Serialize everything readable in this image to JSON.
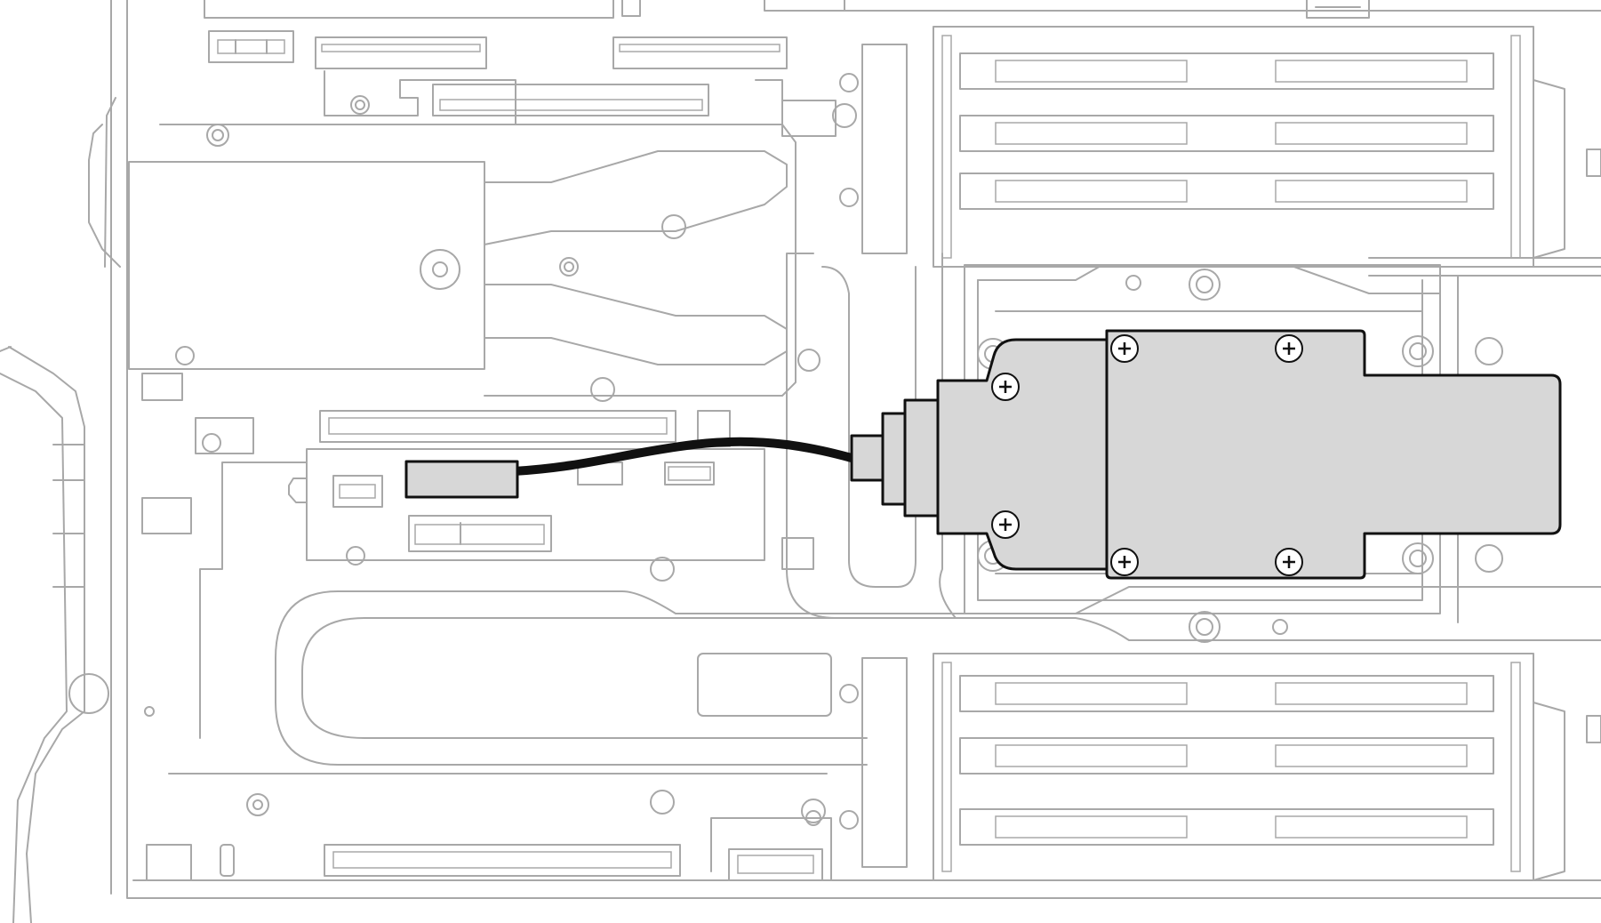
{
  "figure": {
    "title": "",
    "highlight_color": "#d7d7d7",
    "outline_color": "#111111",
    "context_line_color": "#a8a8a8",
    "background": "#ffffff"
  },
  "components": {
    "module": "highlighted-module",
    "cable": "highlighted-cable",
    "connector": "highlighted-connector",
    "screws": [
      "captive-screw",
      "captive-screw",
      "captive-screw",
      "captive-screw",
      "captive-screw",
      "captive-screw"
    ]
  }
}
